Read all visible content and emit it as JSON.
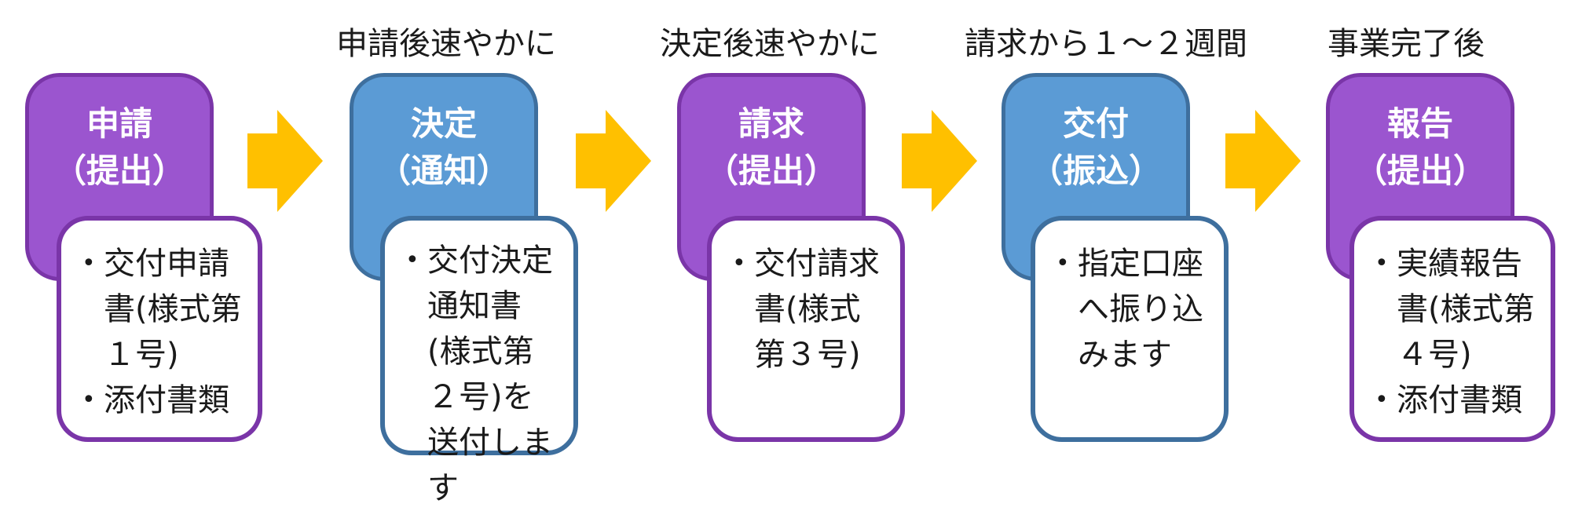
{
  "steps": [
    {
      "timing": "",
      "title": "申請",
      "subtitle": "（提出）",
      "items": [
        "交付申請書(様式第１号)",
        "添付書類"
      ],
      "color": "purple"
    },
    {
      "timing": "申請後速やかに",
      "title": "決定",
      "subtitle": "（通知）",
      "items": [
        "交付決定通知書(様式第２号)を送付します"
      ],
      "color": "blue"
    },
    {
      "timing": "決定後速やかに",
      "title": "請求",
      "subtitle": "（提出）",
      "items": [
        "交付請求書(様式第３号)"
      ],
      "color": "purple"
    },
    {
      "timing": "請求から１～２週間",
      "title": "交付",
      "subtitle": "（振込）",
      "items": [
        "指定口座へ振り込みます"
      ],
      "color": "blue"
    },
    {
      "timing": "事業完了後",
      "title": "報告",
      "subtitle": "（提出）",
      "items": [
        "実績報告書(様式第４号)",
        "添付書類"
      ],
      "color": "purple"
    }
  ],
  "colors": {
    "purple_fill": "#9b55cf",
    "purple_border": "#7a35a8",
    "blue_fill": "#5b9bd5",
    "blue_border": "#3e6f9e",
    "arrow": "#ffc000"
  },
  "icons": {
    "connector": "right-arrow-icon"
  }
}
